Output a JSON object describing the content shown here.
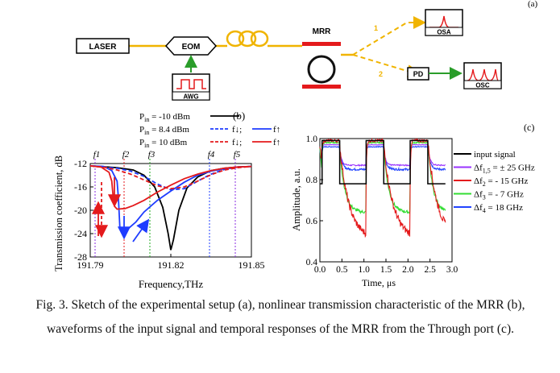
{
  "figure": {
    "panel_a": {
      "label": "(a)",
      "laser": "LASER",
      "eom": "EOM",
      "awg": "AWG",
      "mrr": "MRR",
      "osa": "OSA",
      "pd": "PD",
      "osc": "OSC",
      "port1": "1",
      "port2": "2"
    },
    "caption": "Fig. 3. Sketch of the experimental setup (a), nonlinear transmission characteristic of the MRR (b), waveforms of the input signal and temporal responses of the MRR from the Through port (c)."
  },
  "chart_data": [
    {
      "type": "line",
      "panel": "(b)",
      "xlabel": "Frequency,THz",
      "ylabel": "Transmission coefficient, dB",
      "xlim": [
        191.79,
        191.85
      ],
      "ylim": [
        -28,
        -12
      ],
      "xticks": [
        "191.79",
        "191.82",
        "191.85"
      ],
      "yticks": [
        "-12",
        "-16",
        "-20",
        "-24",
        "-28"
      ],
      "markers": [
        {
          "label": "f1",
          "x": 191.79,
          "color": "#8a2be2"
        },
        {
          "label": "f2",
          "x": 191.8,
          "color": "#e41a1c"
        },
        {
          "label": "f3",
          "x": 191.811,
          "color": "#22aa22"
        },
        {
          "label": "f4",
          "x": 191.835,
          "color": "#1e3cff"
        },
        {
          "label": "f5",
          "x": 191.845,
          "color": "#8a2be2"
        }
      ],
      "legend": [
        {
          "prefix": "P",
          "sub": "in",
          "text": " = -10 dBm",
          "color": "#000000",
          "style": "solid",
          "suffix": ""
        },
        {
          "prefix": "P",
          "sub": "in",
          "text": " = 8.4 dBm",
          "color": "#1e3cff",
          "style": "mixed",
          "suffix": "f↓; f↑"
        },
        {
          "prefix": "P",
          "sub": "in",
          "text": " = 10 dBm",
          "color": "#e41a1c",
          "style": "mixed",
          "suffix": "f↓; f↑"
        }
      ],
      "series": [
        {
          "name": "Pin = -10 dBm",
          "color": "#000000",
          "dash": "",
          "x": [
            191.79,
            191.8,
            191.806,
            191.81,
            191.814,
            191.817,
            191.819,
            191.82,
            191.821,
            191.823,
            191.826,
            191.83,
            191.835,
            191.84,
            191.845,
            191.85
          ],
          "y": [
            -12.4,
            -12.7,
            -13.1,
            -14,
            -16,
            -19.5,
            -24,
            -26.8,
            -25,
            -20,
            -16.2,
            -14.3,
            -13.2,
            -12.8,
            -12.6,
            -12.5
          ]
        },
        {
          "name": "Pin = 8.4 dBm, f↓",
          "color": "#1e3cff",
          "dash": "5,3",
          "x": [
            191.79,
            191.8,
            191.805,
            191.81,
            191.815,
            191.82,
            191.825,
            191.83,
            191.835,
            191.84,
            191.845,
            191.85
          ],
          "y": [
            -12.4,
            -12.8,
            -13.3,
            -14.2,
            -15.5,
            -16.5,
            -16.3,
            -15,
            -13.8,
            -13,
            -12.6,
            -12.5
          ]
        },
        {
          "name": "Pin = 8.4 dBm, f↑",
          "color": "#1e3cff",
          "dash": "",
          "x": [
            191.79,
            191.795,
            191.798,
            191.8,
            191.8005,
            191.801,
            191.802,
            191.804,
            191.807,
            191.81,
            191.815,
            191.82,
            191.825,
            191.83,
            191.835,
            191.84,
            191.845,
            191.85
          ],
          "y": [
            -12.4,
            -12.5,
            -13.2,
            -15,
            -18,
            -22.8,
            -23.6,
            -23.2,
            -22,
            -20.3,
            -18.3,
            -16.7,
            -15.2,
            -14,
            -13.3,
            -12.9,
            -12.6,
            -12.5
          ]
        },
        {
          "name": "Pin = 10 dBm, f↓",
          "color": "#e41a1c",
          "dash": "5,3",
          "x": [
            191.79,
            191.796,
            191.8,
            191.805,
            191.81,
            191.815,
            191.82,
            191.825,
            191.83,
            191.835,
            191.84,
            191.845,
            191.85
          ],
          "y": [
            -12.4,
            -12.7,
            -13.1,
            -13.8,
            -14.8,
            -15.8,
            -16.3,
            -16,
            -15,
            -13.9,
            -13.1,
            -12.7,
            -12.5
          ]
        },
        {
          "name": "Pin = 10 dBm, f↑",
          "color": "#e41a1c",
          "dash": "",
          "x": [
            191.79,
            191.794,
            191.797,
            191.798,
            191.7985,
            191.799,
            191.8,
            191.803,
            191.806,
            191.81,
            191.815,
            191.82,
            191.825,
            191.83,
            191.835,
            191.84,
            191.845,
            191.85
          ],
          "y": [
            -12.4,
            -12.6,
            -13.5,
            -15,
            -17.5,
            -19.3,
            -19.8,
            -19.7,
            -19.2,
            -18.3,
            -16.9,
            -15.7,
            -14.6,
            -13.8,
            -13.2,
            -12.8,
            -12.6,
            -12.5
          ]
        }
      ]
    },
    {
      "type": "line",
      "panel": "(c)",
      "xlabel": "Time, μs",
      "ylabel": "Amplitude, a.u.",
      "xlim": [
        0,
        3.0
      ],
      "ylim": [
        0.4,
        1.0
      ],
      "xticks": [
        "0.0",
        "0.5",
        "1.0",
        "1.5",
        "2.0",
        "2.5",
        "3.0"
      ],
      "yticks": [
        "1.0",
        "0.8",
        "0.6",
        "0.4"
      ],
      "legend_position": "right",
      "series": [
        {
          "name": "input signal",
          "color": "#000000",
          "legend": "input signal"
        },
        {
          "name": "Δf1,5 = ± 25 GHz",
          "color": "#9933ff",
          "legend_pre": "Δf",
          "legend_sub": "1,5",
          "legend_post": " = ± 25 GHz"
        },
        {
          "name": "Δf2 = - 15 GHz",
          "color": "#e41a1c",
          "legend_pre": "Δf",
          "legend_sub": "2",
          "legend_post": " = - 15 GHz"
        },
        {
          "name": "Δf3 = - 7 GHz",
          "color": "#33dd33",
          "legend_pre": "Δf",
          "legend_sub": "3",
          "legend_post": " = - 7 GHz"
        },
        {
          "name": "Δf4 = 18 GHz",
          "color": "#2244ff",
          "legend_pre": "Δf",
          "legend_sub": "4",
          "legend_post": " = 18 GHz"
        }
      ],
      "levels": {
        "input signal": {
          "high": 0.99,
          "low": 0.78
        },
        "Δf1,5 = ± 25 GHz": {
          "high": 0.97,
          "low": 0.87
        },
        "Δf2 = - 15 GHz": {
          "high": 0.99,
          "low": 0.51
        },
        "Δf3 = - 7 GHz": {
          "high": 0.98,
          "low": 0.64
        },
        "Δf4 = 18 GHz": {
          "high": 0.96,
          "low": 0.85
        }
      },
      "pulses": [
        [
          0.05,
          0.45
        ],
        [
          1.05,
          1.45
        ],
        [
          2.05,
          2.45
        ]
      ]
    }
  ]
}
